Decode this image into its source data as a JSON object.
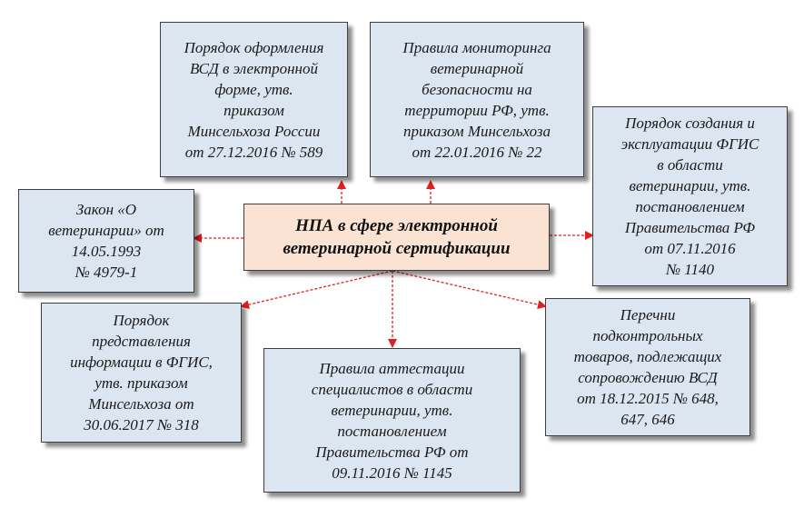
{
  "center": {
    "title": "НПА в сфере электронной\nветеринарной сертификации"
  },
  "documents": {
    "vsd_order": "Порядок оформления\nВСД в электронной\nформе, утв.\nприказом\nМинсельхоза России\nот 27.12.2016 № 589",
    "monitoring_rules": "Правила мониторинга\nветеринарной\nбезопасности на\nтерритории РФ, утв.\nприказом Минсельхоза\nот 22.01.2016 № 22",
    "fgis_creation": "Порядок создания и\nэксплуатации ФГИС\nв области\nветеринарии, утв.\nпостановлением\nПравительства РФ\nот 07.11.2016\n№ 1140",
    "vet_law": "Закон «О\nветеринарии» от\n14.05.1993\n№ 4979-1",
    "fgis_info": "Порядок\nпредставления\nинформации в ФГИС,\nутв. приказом\nМинсельхоза от\n30.06.2017 № 318",
    "attestation_rules": "Правила аттестации\nспециалистов в области\nветеринарии, утв.\nпостановлением\nПравительства РФ от\n09.11.2016 № 1145",
    "controlled_goods": "Перечни\nподконтрольных\nтоваров, подлежащих\nсопровождению ВСД\nот 18.12.2015 № 648,\n647, 646"
  },
  "colors": {
    "box_fill": "#dce6f1",
    "center_fill": "#fbe3d4",
    "arrow": "#e02020"
  }
}
